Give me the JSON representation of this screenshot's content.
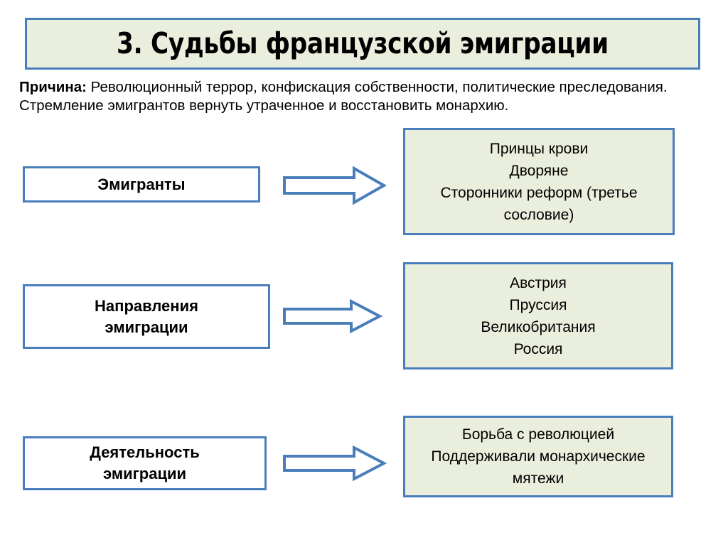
{
  "slide": {
    "title": "3. Судьбы французской эмиграции",
    "theme": {
      "accent_blue": "#4A7EBB",
      "panel_fill": "#EAEEDC",
      "page_background": "#FFFFFF",
      "text_color": "#000000"
    }
  },
  "intro": {
    "lead_label": "Причина:",
    "body": " Революционный террор, конфискация собственности, политические преследования.  Стремление эмигрантов вернуть утраченное и восстановить монархию."
  },
  "rows": [
    {
      "id": "emigranty",
      "label": "Эмигранты",
      "arrow_icon": "right-arrow-icon",
      "details": [
        "Принцы крови",
        "Дворяне",
        "Сторонники реформ (третье сословие)"
      ]
    },
    {
      "id": "napravleniya",
      "label": "Направления эмиграции",
      "arrow_icon": "right-arrow-icon",
      "details": [
        "Австрия",
        "Пруссия",
        "Великобритания",
        "Россия"
      ]
    },
    {
      "id": "deyatelnost",
      "label": "Деятельность эмиграции",
      "arrow_icon": "right-arrow-icon",
      "details": [
        "Борьба с революцией",
        "Поддерживали монархические мятежи"
      ]
    }
  ]
}
